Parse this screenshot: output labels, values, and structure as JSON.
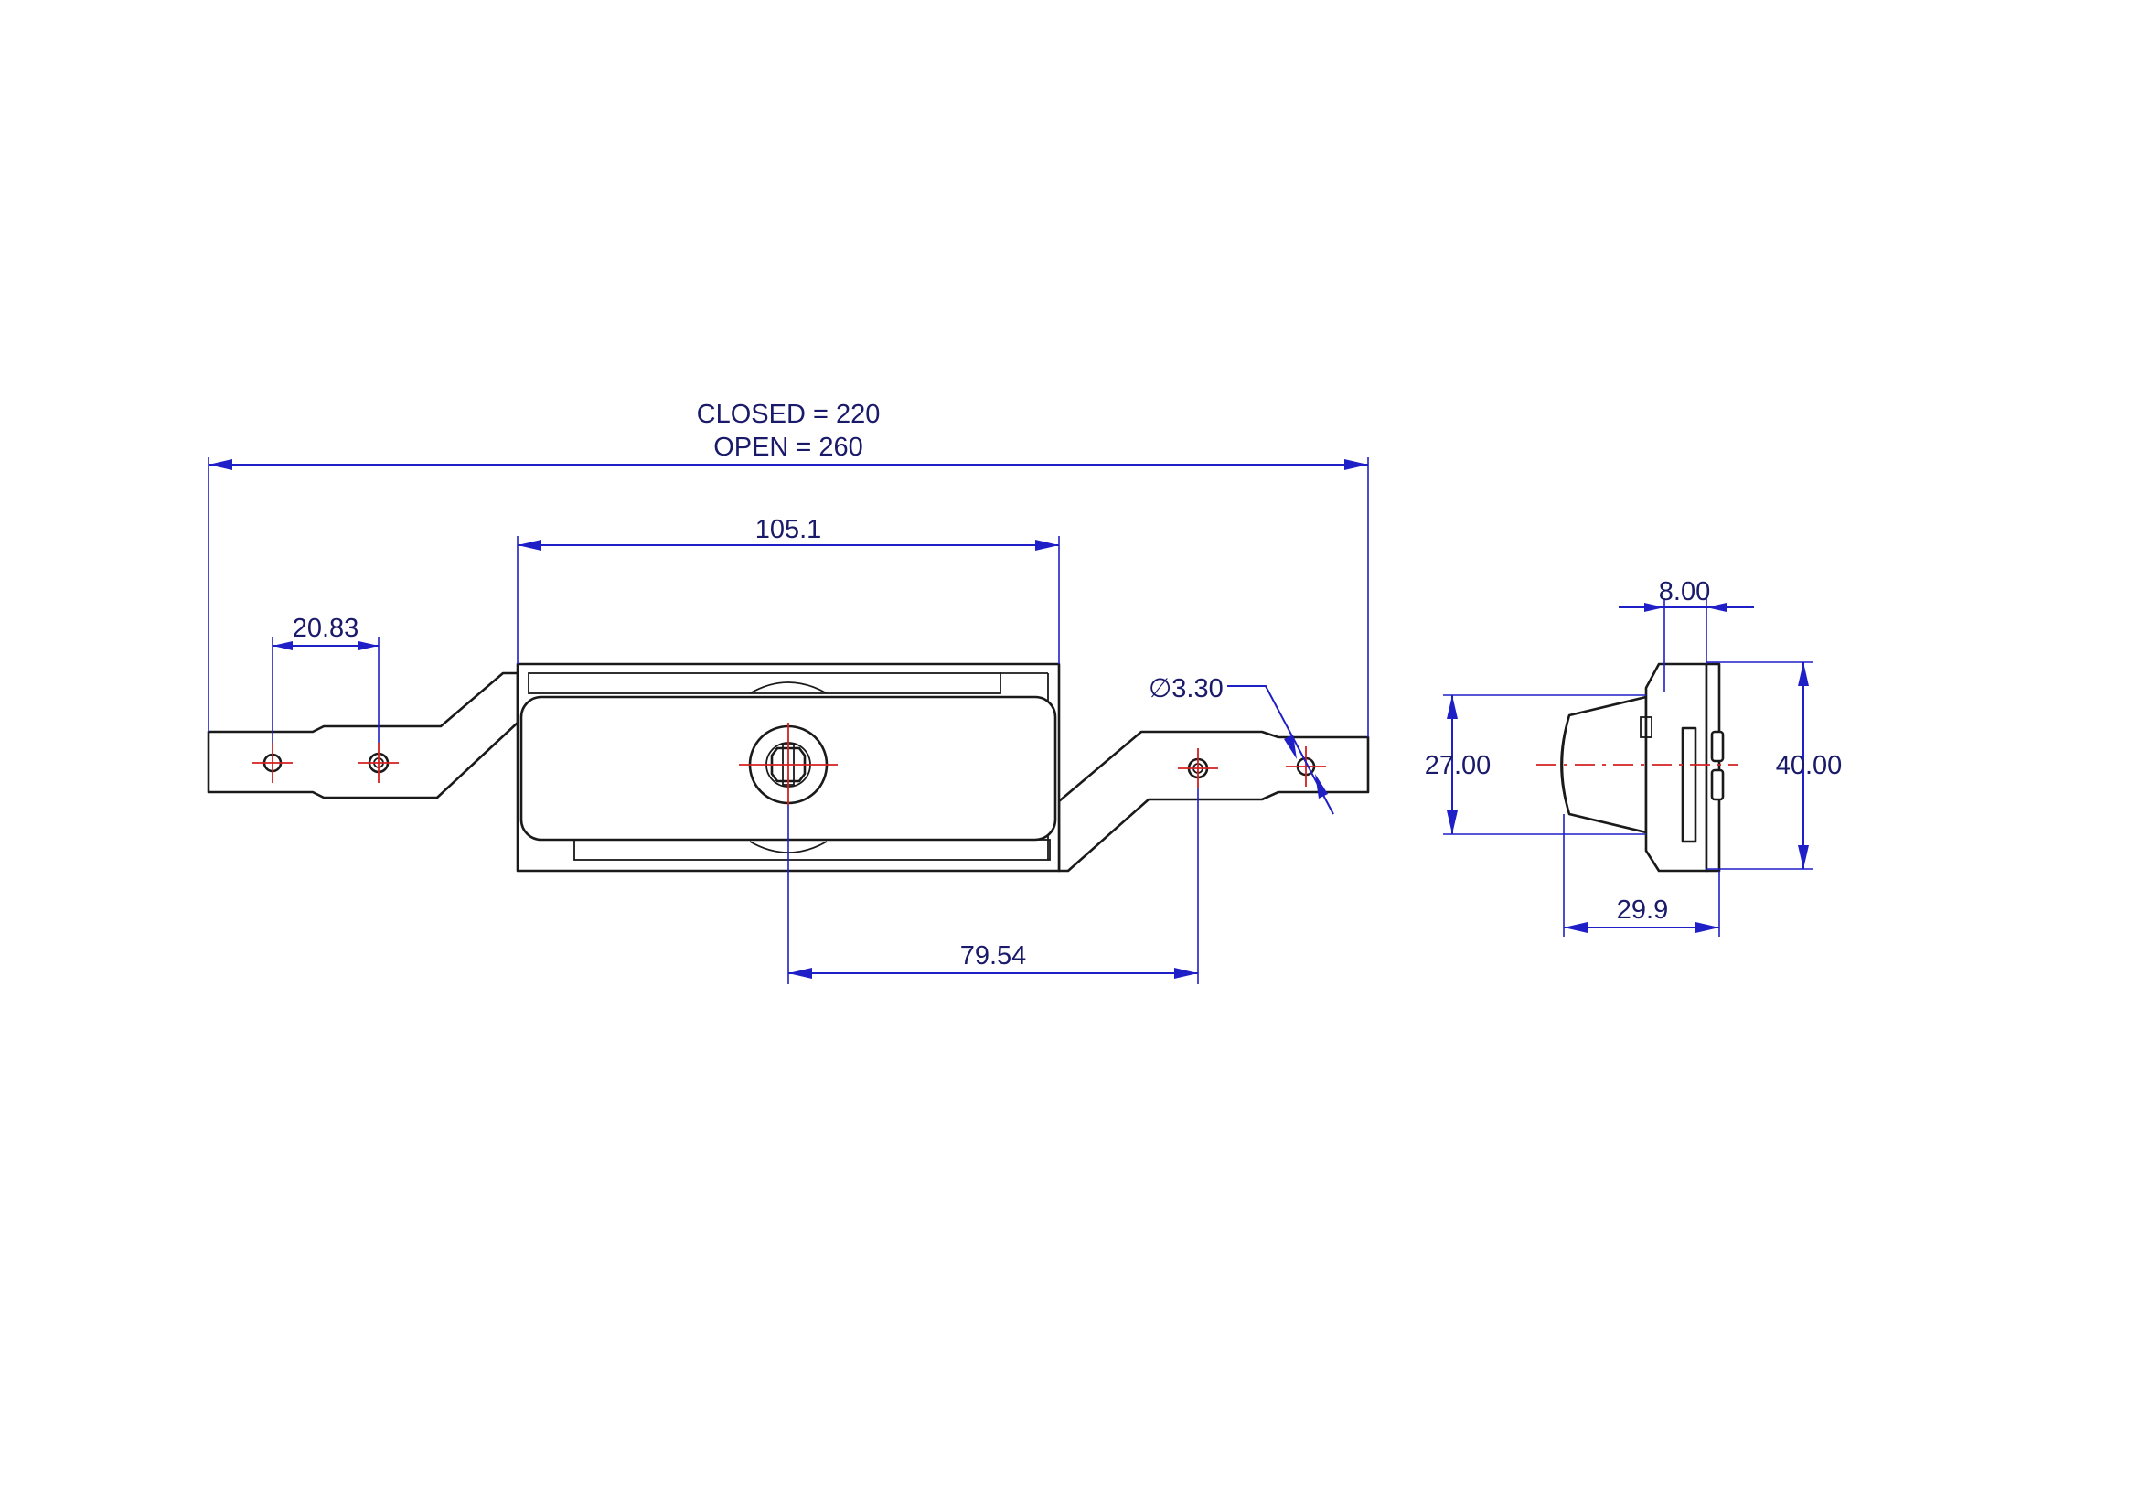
{
  "dimensions": {
    "overall_closed": "CLOSED = 220",
    "overall_open": "OPEN = 260",
    "body_length": "105.1",
    "hole_spacing": "20.83",
    "hole_diameter": "∅3.30",
    "center_to_hole": "79.54",
    "side_top_width": "8.00",
    "side_inner_height": "27.00",
    "side_outer_height": "40.00",
    "side_depth": "29.9"
  },
  "colors": {
    "object_line": "#1a1a1a",
    "dimension_line": "#1f1fc8",
    "center_line": "#d42020",
    "dimension_text": "#1a1a6a"
  }
}
